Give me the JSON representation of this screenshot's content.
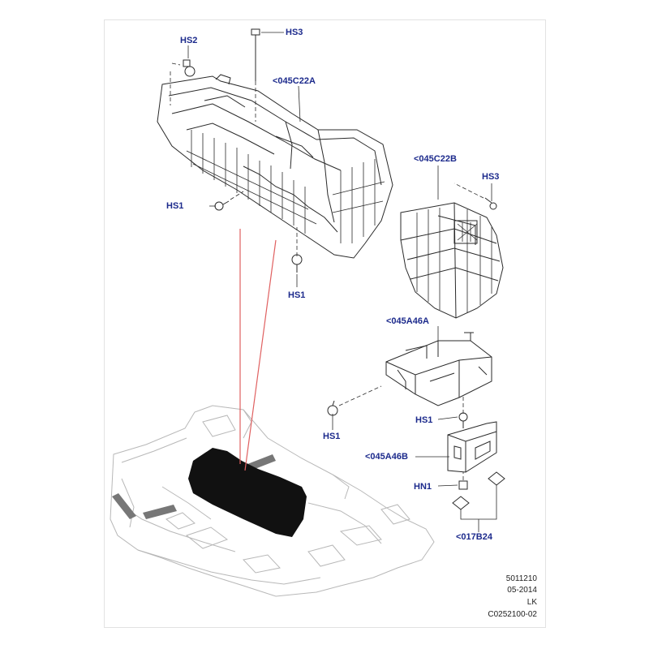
{
  "diagram": {
    "callouts": {
      "hs2": "HS2",
      "hs3_top": "HS3",
      "c22a": "<045C22A",
      "c22b": "<045C22B",
      "hs3_right": "HS3",
      "hs1_left": "HS1",
      "hs1_mid": "HS1",
      "a46a": "<045A46A",
      "hs1_clip": "HS1",
      "hs1_low": "HS1",
      "a46b": "<045A46B",
      "hn1": "HN1",
      "b24": "<017B24"
    },
    "footer": {
      "line1": "5011210",
      "line2": "05-2014",
      "line3": "LK",
      "line4": "C0252100-02"
    }
  },
  "colors": {
    "callout": "#1c2a8c",
    "outline": "#2a2a2a",
    "floor_outline": "#b8b8b8",
    "highlight": "#111111",
    "leader_red": "#e06060"
  }
}
